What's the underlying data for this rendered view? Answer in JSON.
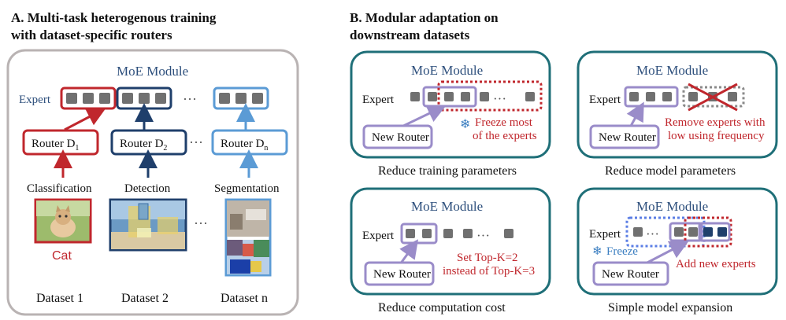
{
  "left_panel": {
    "title_line1": "A. Multi-task heterogenous training",
    "title_line2": "with dataset-specific routers",
    "moe_module": "MoE Module",
    "expert_label": "Expert",
    "ellipsis": "···",
    "router1": "Router D",
    "router1_sub": "1",
    "router2": "Router D",
    "router2_sub": "2",
    "routern": "Router D",
    "routern_sub": "n",
    "task1": "Classification",
    "task2": "Detection",
    "task3": "Segmentation",
    "cat_label": "Cat",
    "dataset1": "Dataset 1",
    "dataset2": "Dataset 2",
    "datasetn": "Dataset n"
  },
  "right_panel": {
    "title_line1": "B. Modular adaptation on",
    "title_line2": "downstream datasets",
    "moe_module": "MoE Module",
    "expert_label": "Expert",
    "new_router": "New Router",
    "box1_note_line1": "Freeze most",
    "box1_note_line2": "of the experts",
    "box1_caption": "Reduce training parameters",
    "box2_note_line1": "Remove experts with",
    "box2_note_line2": "low using frequency",
    "box2_caption": "Reduce model parameters",
    "box3_note_line1": "Set Top-K=2",
    "box3_note_line2": "instead of Top-K=3",
    "box3_caption": "Reduce computation cost",
    "box4_freeze": "Freeze",
    "box4_note": "Add new experts",
    "box4_caption": "Simple model expansion"
  },
  "colors": {
    "red": "#c0272d",
    "dark_blue": "#1f3f6b",
    "light_blue": "#5b9bd5",
    "purple": "#9a8cc9",
    "teal": "#1f6f78",
    "grey": "#707070"
  }
}
